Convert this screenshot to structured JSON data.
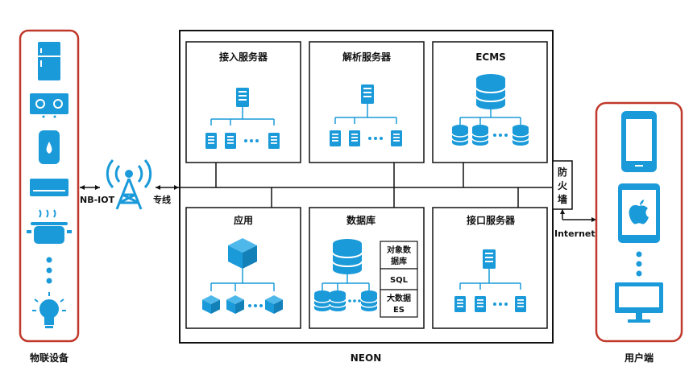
{
  "left_group": {
    "label": "物联设备"
  },
  "right_group": {
    "label": "用户端"
  },
  "links": {
    "nbiot": "NB-IOT",
    "line": "专线",
    "internet": "Internet"
  },
  "firewall": {
    "label": "防火墙"
  },
  "main": {
    "label": "NEON"
  },
  "boxes": {
    "access": "接入服务器",
    "parse": "解析服务器",
    "ecms": "ECMS",
    "app": "应用",
    "db": "数据库",
    "interface": "接口服务器"
  },
  "db_stack": {
    "item1": "对象数据库",
    "item2": "SQL",
    "item3": "大数据ES"
  },
  "colors": {
    "accent": "#1a9ad9",
    "border_red": "#c0392b"
  }
}
